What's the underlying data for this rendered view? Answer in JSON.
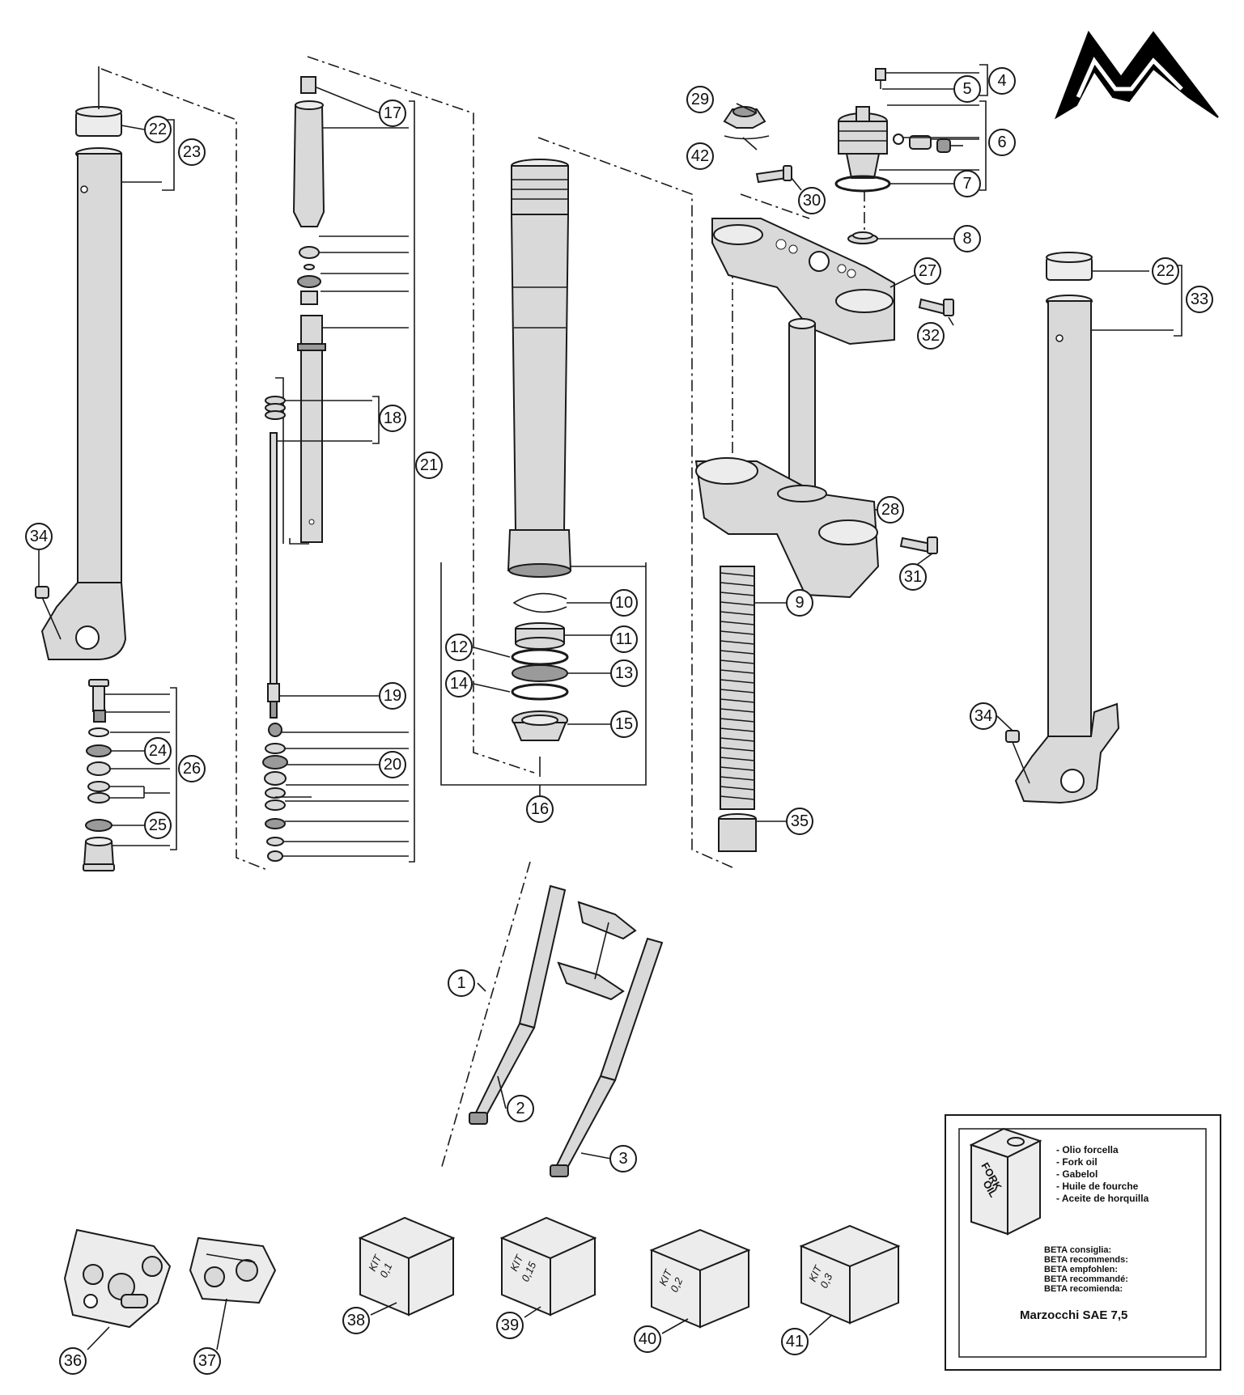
{
  "callouts": [
    "1",
    "2",
    "3",
    "4",
    "5",
    "6",
    "7",
    "8",
    "9",
    "10",
    "11",
    "12",
    "13",
    "14",
    "15",
    "16",
    "17",
    "18",
    "19",
    "20",
    "21",
    "22",
    "22",
    "23",
    "24",
    "25",
    "26",
    "27",
    "28",
    "29",
    "30",
    "31",
    "32",
    "33",
    "34",
    "34",
    "35",
    "36",
    "37",
    "38",
    "39",
    "40",
    "41",
    "42"
  ],
  "kits": [
    {
      "line1": "KIT",
      "line2": "0,1"
    },
    {
      "line1": "KIT",
      "line2": "0,15"
    },
    {
      "line1": "KIT",
      "line2": "0,2"
    },
    {
      "line1": "KIT",
      "line2": "0,3"
    }
  ],
  "oil_box": {
    "can_line1": "FORK",
    "can_line2": "OIL",
    "names": [
      "- Olio forcella",
      "- Fork oil",
      "- Gabelol",
      "- Huile de fourche",
      "- Aceite de horquilla"
    ],
    "recommend": [
      "BETA consiglia:",
      "BETA recommends:",
      "BETA empfohlen:",
      "BETA recommandé:",
      "BETA recomienda:"
    ],
    "product": "Marzocchi SAE 7,5"
  },
  "logo": {
    "name": "marzocchi-m-logo"
  }
}
